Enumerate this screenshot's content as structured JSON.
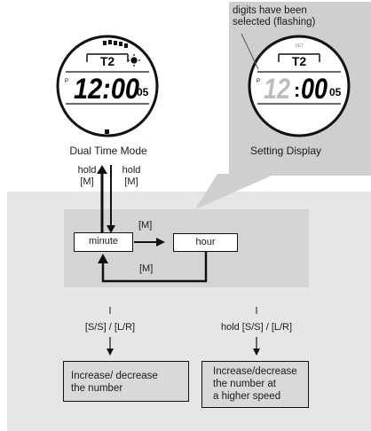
{
  "watch_left": {
    "title": "T2",
    "pm": "P",
    "time": "12:00",
    "seconds": "05"
  },
  "watch_right": {
    "set": "SET",
    "title": "T2",
    "pm": "P",
    "hour": "12",
    "colon": ":",
    "minute": "00",
    "seconds": "05",
    "callout": "digits have been selected (flashing)"
  },
  "labels": {
    "dual_time_mode": "Dual Time Mode",
    "setting_display": "Setting Display",
    "hold_m_left": [
      "hold",
      "[M]"
    ],
    "hold_m_right": [
      "hold",
      "[M]"
    ]
  },
  "flow": {
    "minute": "minute",
    "hour": "hour",
    "m_top": "[M]",
    "m_bottom": "[M]"
  },
  "actions": {
    "left_button": "[S/S] / [L/R]",
    "right_button": "hold [S/S] / [L/R]",
    "left_result": [
      "Increase/ decrease",
      "the number"
    ],
    "right_result": [
      "Increase/decrease",
      "the number at",
      "a higher speed"
    ]
  },
  "colors": {
    "panel": "#e6e6e6",
    "flow_panel": "#d4d4d4",
    "result_bg": "#d9d9d9",
    "ink": "#111111",
    "dim_digits": "#bdbdbd"
  }
}
